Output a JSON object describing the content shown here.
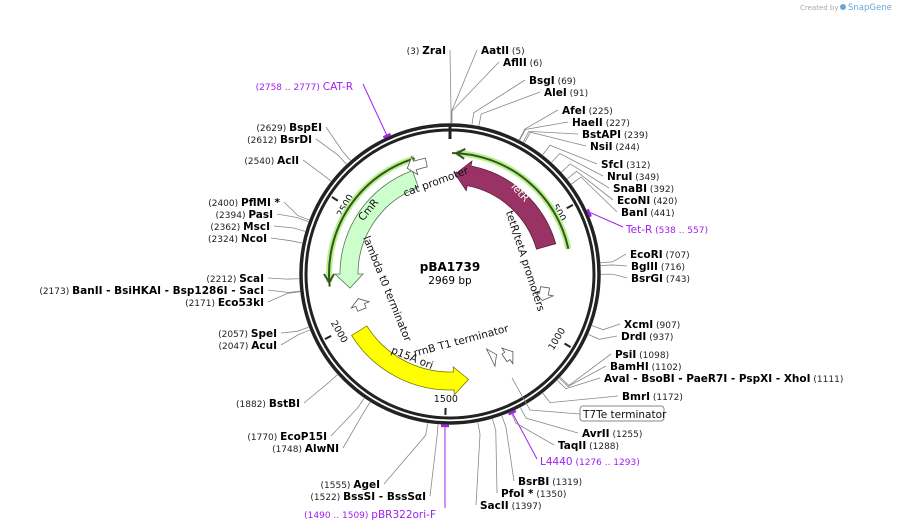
{
  "credit": {
    "prefix": "Created by",
    "brand": "SnapGene"
  },
  "plasmid": {
    "name": "pBA1739",
    "length_label": "2969 bp",
    "length": 2969
  },
  "ticks": [
    {
      "pos": 500,
      "label": "500"
    },
    {
      "pos": 1000,
      "label": "1000"
    },
    {
      "pos": 1500,
      "label": "1500"
    },
    {
      "pos": 2000,
      "label": "2000"
    },
    {
      "pos": 2500,
      "label": "2500"
    }
  ],
  "sites": [
    {
      "name": "ZraI",
      "pos": "(3)",
      "bp": 3
    },
    {
      "name": "AatII",
      "pos": "(5)",
      "bp": 5
    },
    {
      "name": "AflII",
      "pos": "(6)",
      "bp": 6
    },
    {
      "name": "BsgI",
      "pos": "(69)",
      "bp": 69
    },
    {
      "name": "AleI",
      "pos": "(91)",
      "bp": 91
    },
    {
      "name": "AfeI",
      "pos": "(225)",
      "bp": 225
    },
    {
      "name": "HaeII",
      "pos": "(227)",
      "bp": 227
    },
    {
      "name": "BstAPI",
      "pos": "(239)",
      "bp": 239
    },
    {
      "name": "NsiI",
      "pos": "(244)",
      "bp": 244
    },
    {
      "name": "SfcI",
      "pos": "(312)",
      "bp": 312
    },
    {
      "name": "NruI",
      "pos": "(349)",
      "bp": 349
    },
    {
      "name": "SnaBI",
      "pos": "(392)",
      "bp": 392
    },
    {
      "name": "EcoNI",
      "pos": "(420)",
      "bp": 420
    },
    {
      "name": "BanI",
      "pos": "(441)",
      "bp": 441
    },
    {
      "name": "EcoRI",
      "pos": "(707)",
      "bp": 707
    },
    {
      "name": "BglII",
      "pos": "(716)",
      "bp": 716
    },
    {
      "name": "BsrGI",
      "pos": "(743)",
      "bp": 743
    },
    {
      "name": "XcmI",
      "pos": "(907)",
      "bp": 907
    },
    {
      "name": "DrdI",
      "pos": "(937)",
      "bp": 937
    },
    {
      "name": "PsiI",
      "pos": "(1098)",
      "bp": 1098
    },
    {
      "name": "BamHI",
      "pos": "(1102)",
      "bp": 1102
    },
    {
      "name": "AvaI  - BsoBI  - PaeR7I  - PspXI  - XhoI",
      "pos": "(1111)",
      "bp": 1111
    },
    {
      "name": "BmrI",
      "pos": "(1172)",
      "bp": 1172
    },
    {
      "name": "AvrII",
      "pos": "(1255)",
      "bp": 1255
    },
    {
      "name": "TaqII",
      "pos": "(1288)",
      "bp": 1288
    },
    {
      "name": "BsrBI",
      "pos": "(1319)",
      "bp": 1319
    },
    {
      "name": "PfoI *",
      "pos": "(1350)",
      "bp": 1350
    },
    {
      "name": "SacII",
      "pos": "(1397)",
      "bp": 1397
    },
    {
      "name": "BssSI  - BssSαI",
      "pos": "(1522)",
      "bp": 1522
    },
    {
      "name": "AgeI",
      "pos": "(1555)",
      "bp": 1555
    },
    {
      "name": "AlwNI",
      "pos": "(1748)",
      "bp": 1748
    },
    {
      "name": "EcoP15I",
      "pos": "(1770)",
      "bp": 1770
    },
    {
      "name": "BstBI",
      "pos": "(1882)",
      "bp": 1882
    },
    {
      "name": "AcuI",
      "pos": "(2047)",
      "bp": 2047
    },
    {
      "name": "SpeI",
      "pos": "(2057)",
      "bp": 2057
    },
    {
      "name": "Eco53kI",
      "pos": "(2171)",
      "bp": 2171
    },
    {
      "name": "BanII  - BsiHKAI  - Bsp1286I  - SacI",
      "pos": "(2173)",
      "bp": 2173
    },
    {
      "name": "ScaI",
      "pos": "(2212)",
      "bp": 2212
    },
    {
      "name": "NcoI",
      "pos": "(2324)",
      "bp": 2324
    },
    {
      "name": "MscI",
      "pos": "(2362)",
      "bp": 2362
    },
    {
      "name": "PasI",
      "pos": "(2394)",
      "bp": 2394
    },
    {
      "name": "PflMI *",
      "pos": "(2400)",
      "bp": 2400
    },
    {
      "name": "AclI",
      "pos": "(2540)",
      "bp": 2540
    },
    {
      "name": "BsrDI",
      "pos": "(2612)",
      "bp": 2612
    },
    {
      "name": "BspEI",
      "pos": "(2629)",
      "bp": 2629
    }
  ],
  "primers": [
    {
      "name": "CAT-R",
      "range": "(2758 .. 2777)",
      "bp": 2767
    },
    {
      "name": "Tet-R",
      "range": "(538 .. 557)",
      "bp": 547
    },
    {
      "name": "L4440",
      "range": "(1276 .. 1293)",
      "bp": 1285
    },
    {
      "name": "pBR322ori-F",
      "range": "(1490 .. 1509)",
      "bp": 1500
    }
  ],
  "features": {
    "tetR": "TetR",
    "cmR": "CmR",
    "cat_promoter": "cat promoter",
    "tet_promoters": "tetR/tetA promoters",
    "lambda_terminator": "lambda t0 terminator",
    "rrnb_terminator": "rrnB T1 terminator",
    "p15a_ori": "p15A ori",
    "t7te_terminator": "T7Te terminator"
  },
  "colors": {
    "tetR": "#993366",
    "cmR": "#ccffcc",
    "ori": "#ffff00",
    "primer": "#a020f0",
    "orf_highlight": "#b8f08a",
    "backbone": "#222222"
  }
}
